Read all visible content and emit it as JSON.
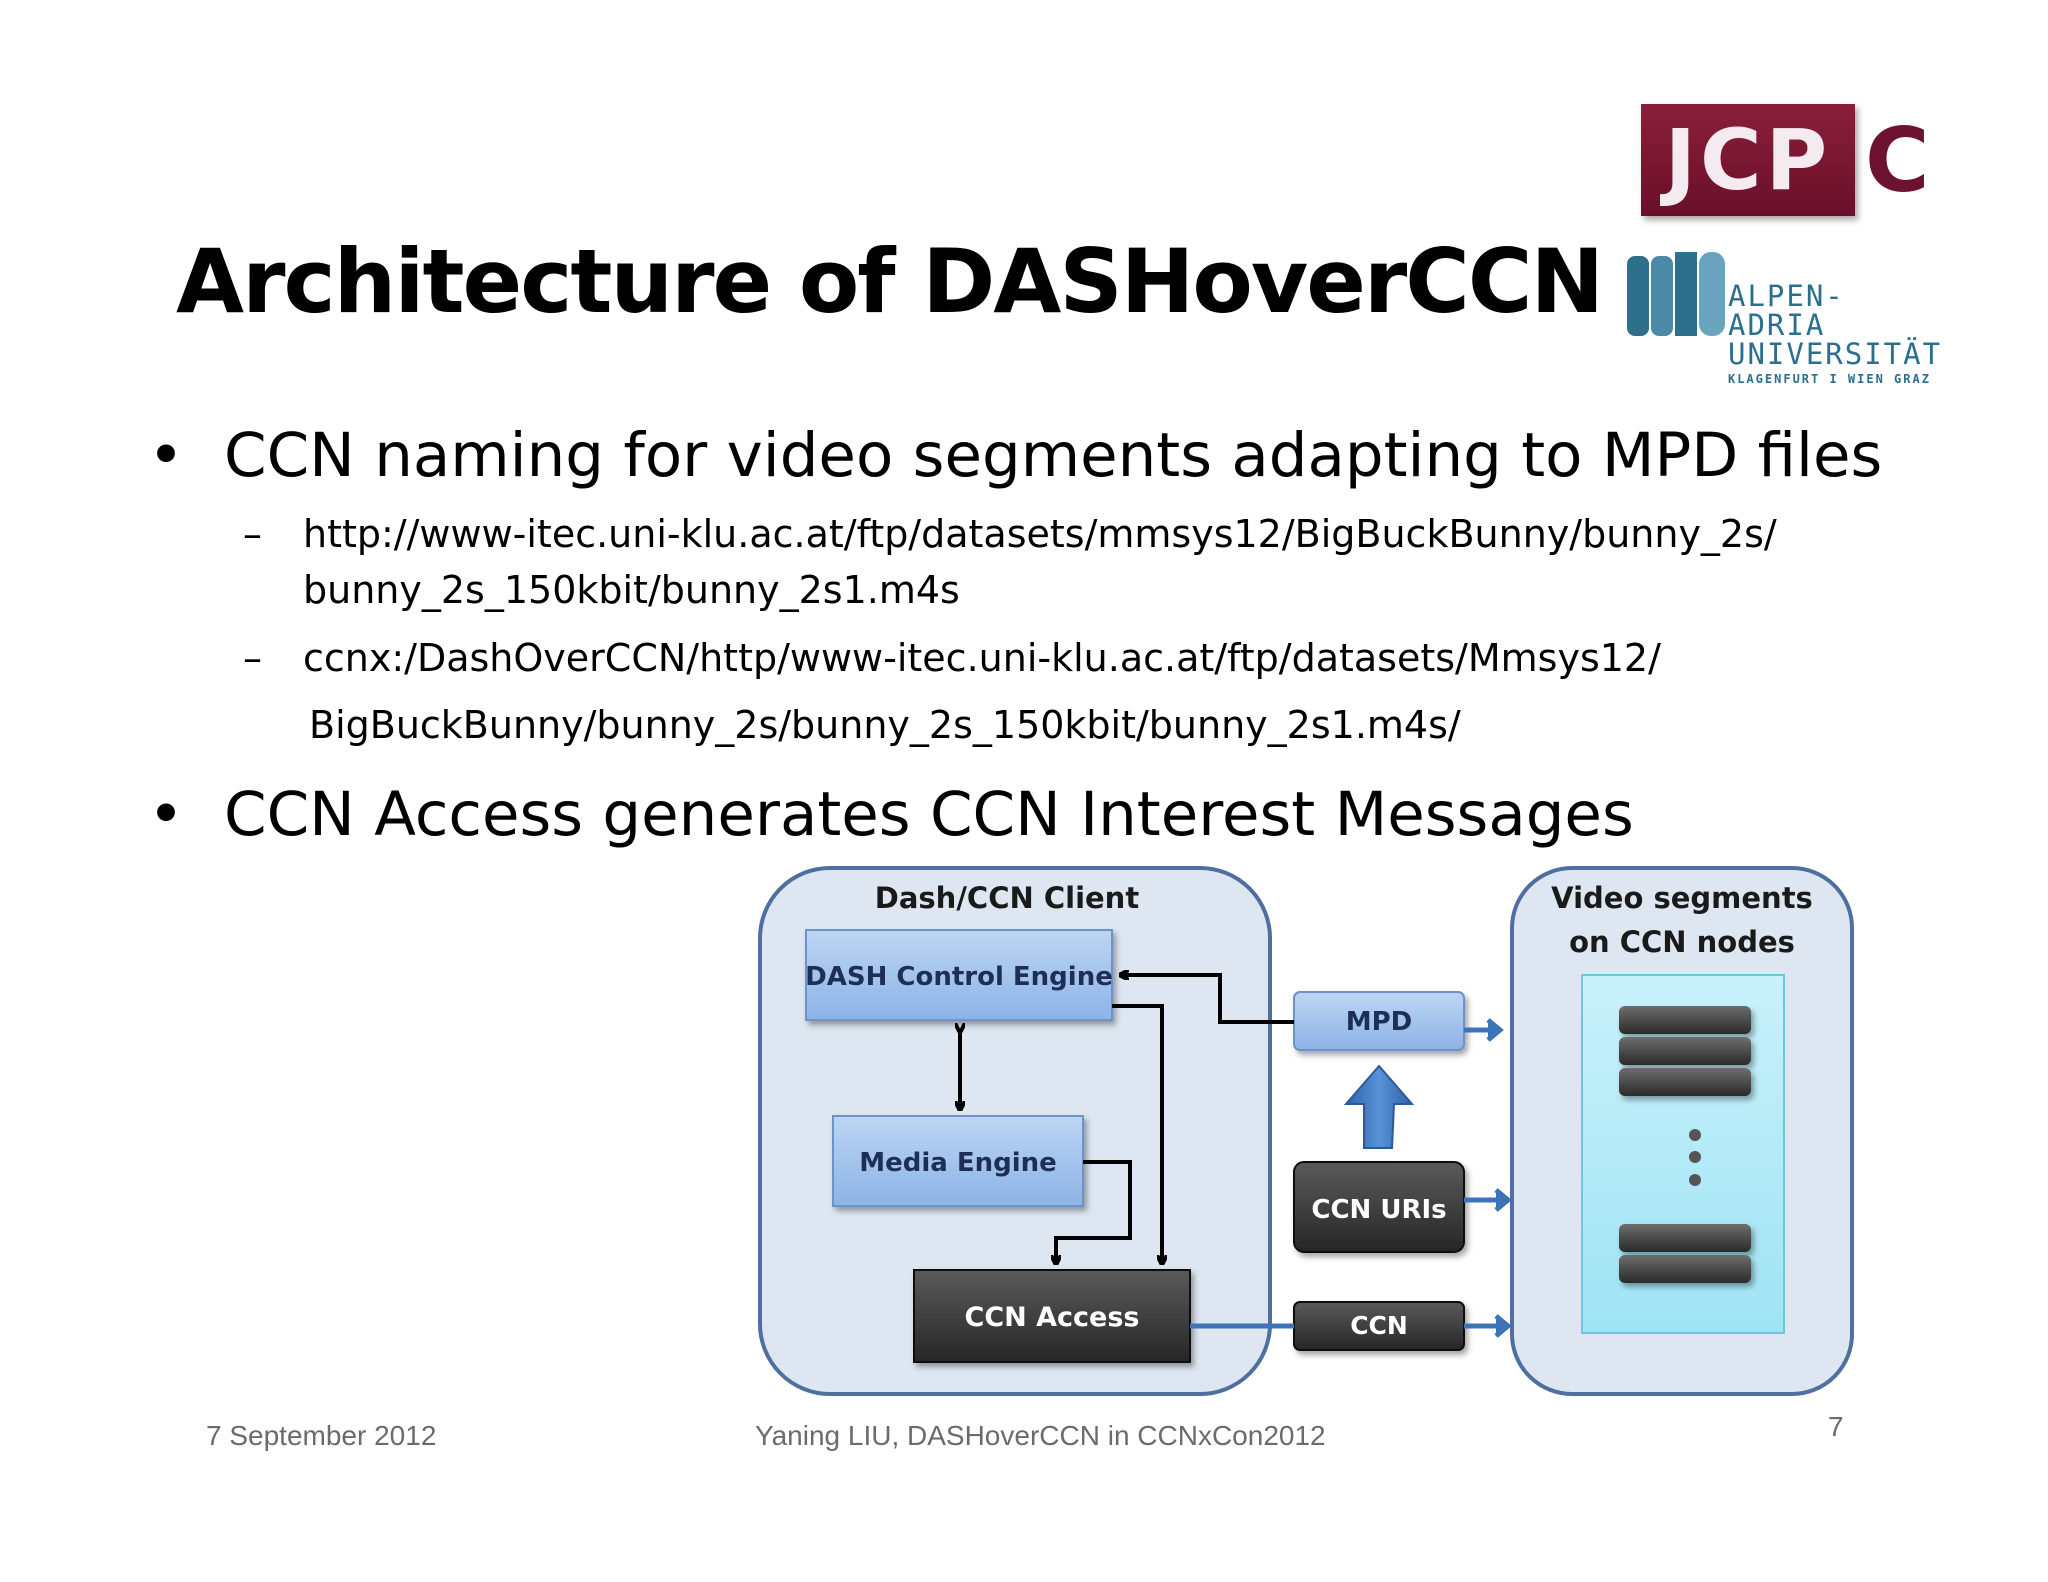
{
  "slide": {
    "logos": {
      "jcp": "JCP",
      "jcp_c": "C",
      "university_line1": "ALPEN-ADRIA",
      "university_line2": "UNIVERSITÄT",
      "university_line3": "KLAGENFURT I WIEN GRAZ"
    },
    "title": "Architecture of DASHoverCCN",
    "bullets": [
      {
        "text": "CCN naming for video segments adapting to MPD files",
        "subitems": [
          {
            "lines": [
              "http://www-itec.uni-klu.ac.at/ftp/datasets/mmsys12/BigBuckBunny/bunny_2s/",
              "bunny_2s_150kbit/bunny_2s1.m4s"
            ]
          },
          {
            "lines": [
              "ccnx:/DashOverCCN/http/www-itec.uni-klu.ac.at/ftp/datasets/Mmsys12/",
              "BigBuckBunny/bunny_2s/bunny_2s_150kbit/bunny_2s1.m4s/"
            ]
          }
        ]
      },
      {
        "text": "CCN Access generates CCN Interest Messages",
        "subitems": []
      }
    ],
    "bullet_marker": "•",
    "sub_marker": "–",
    "diagram": {
      "client_label": "Dash/CCN Client",
      "nodes_label_line1": "Video segments",
      "nodes_label_line2": "on CCN nodes",
      "dash_control_engine": "DASH Control Engine",
      "media_engine": "Media Engine",
      "ccn_access": "CCN Access",
      "mpd": "MPD",
      "ccn_uris": "CCN URIs",
      "ccn": "CCN",
      "colors": {
        "container_fill": "#dde6f1",
        "container_stroke": "#4f6fa0",
        "light_box": "#9fc0ea",
        "dark_box": "#3a3a3a",
        "arrow_blue": "#3d73b8",
        "nodes_panel": "#aeeaf7"
      }
    },
    "footer": {
      "date": "7 September 2012",
      "center": "Yaning LIU, DASHoverCCN in CCNxCon2012",
      "page": "7"
    }
  }
}
